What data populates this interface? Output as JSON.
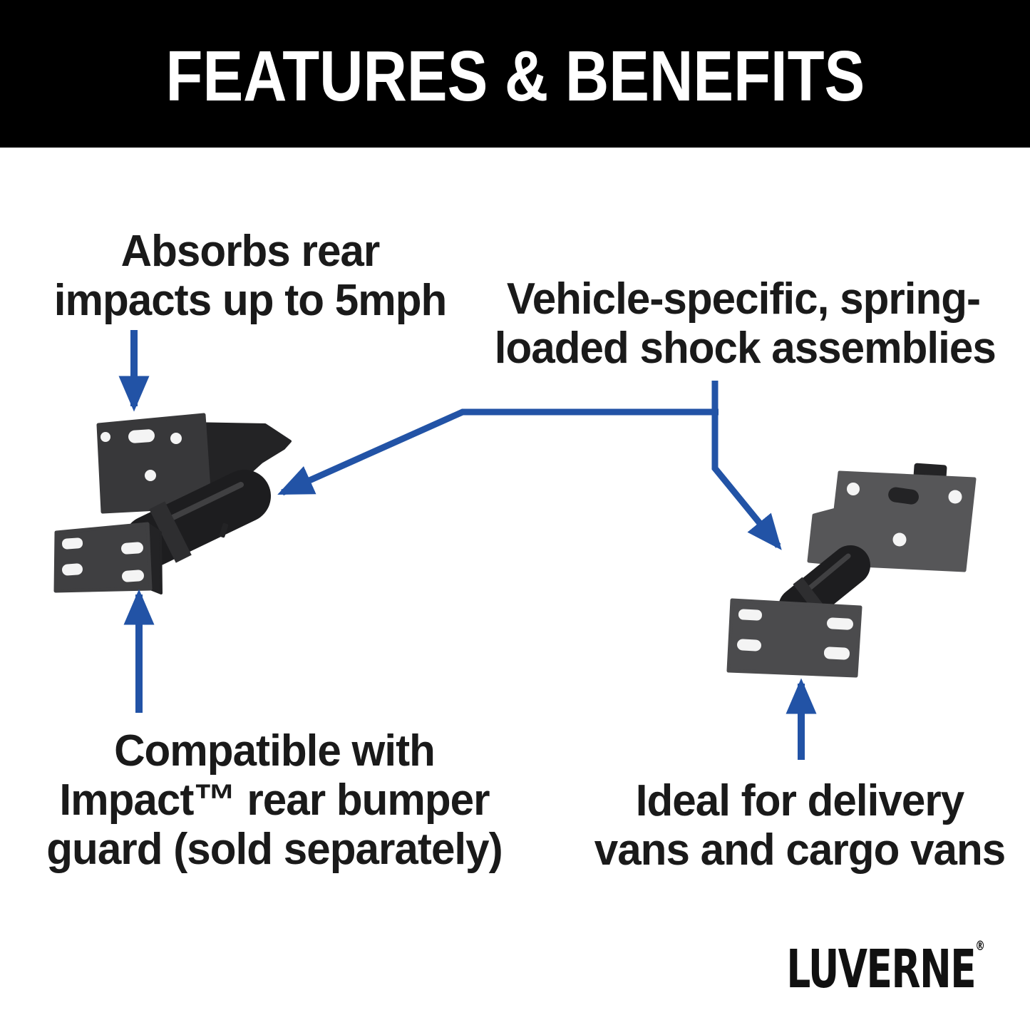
{
  "header": {
    "title": "FEATURES & BENEFITS"
  },
  "callouts": {
    "absorbs": {
      "line1": "Absorbs rear",
      "line2": "impacts up to 5mph"
    },
    "spring": {
      "line1": "Vehicle-specific, spring-",
      "line2": "loaded shock assemblies"
    },
    "compatible": {
      "line1": "Compatible with",
      "line2": "Impact™ rear bumper",
      "line3": "guard (sold separately)"
    },
    "ideal": {
      "line1": "Ideal for delivery",
      "line2": "vans and cargo vans"
    }
  },
  "brand": {
    "logo_text": "LUVERNE",
    "registered_mark": "®"
  },
  "icons": {
    "arrow_down": "arrow-down-icon",
    "arrow_up_left": "arrow-up-icon",
    "arrow_up_right": "arrow-up-icon",
    "connector": "branching-callout-arrow-icon"
  },
  "colors": {
    "accent_blue": "#2253a6",
    "header_bg": "#000000",
    "page_bg": "#ffffff",
    "text_color": "#1a1a1a",
    "logo_color": "#111111",
    "hole_white": "#f4f4f4",
    "product_dark": "#1d1d1f",
    "product_darkest": "#232325",
    "product_mid": "#38383a",
    "product_mid2": "#3f3f41",
    "product_light": "#565658",
    "product_light2": "#4b4b4d",
    "product_collar": "#2e2e30",
    "product_highlight": "#404042"
  }
}
